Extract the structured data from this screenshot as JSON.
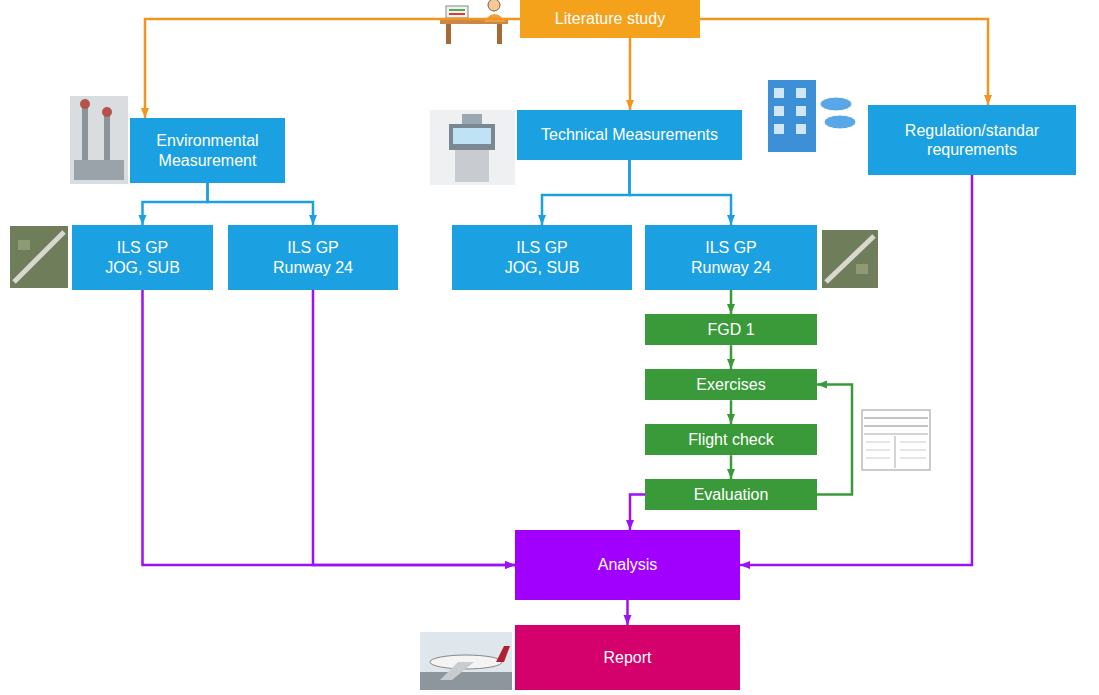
{
  "diagram": {
    "nodes": [
      {
        "text": [
          "Literature study"
        ]
      },
      {
        "text": [
          "Environmental Measurement"
        ]
      },
      {
        "text": [
          "Technical Measurements"
        ]
      },
      {
        "text": [
          "Regulation/standar requrements"
        ]
      },
      {
        "text": [
          "ILS GP JOG, SUB"
        ]
      },
      {
        "text": [
          "ILS GP Runway 24"
        ]
      },
      {
        "text": [
          "ILS GP JOG, SUB"
        ]
      },
      {
        "text": [
          "ILS GP Runway 24"
        ]
      },
      {
        "text": [
          "FGD 1"
        ]
      },
      {
        "text": [
          "Exercises"
        ]
      },
      {
        "text": [
          "Flight check"
        ]
      },
      {
        "text": [
          "Evaluation"
        ]
      },
      {
        "text": [
          "Analysis"
        ]
      },
      {
        "text": [
          "Report"
        ]
      }
    ],
    "edges": [
      {
        "from": 0,
        "to": 1,
        "arrow": "to"
      },
      {
        "from": 0,
        "to": 2,
        "arrow": "to"
      },
      {
        "from": 0,
        "to": 3,
        "arrow": "to"
      },
      {
        "from": 1,
        "to": 4,
        "arrow": "to"
      },
      {
        "from": 1,
        "to": 5,
        "arrow": "to"
      },
      {
        "from": 2,
        "to": 6,
        "arrow": "to"
      },
      {
        "from": 2,
        "to": 7,
        "arrow": "to"
      },
      {
        "from": 7,
        "to": 8,
        "arrow": "to"
      },
      {
        "from": 8,
        "to": 9,
        "arrow": "to"
      },
      {
        "from": 9,
        "to": 10,
        "arrow": "to"
      },
      {
        "from": 10,
        "to": 11,
        "arrow": "to"
      },
      {
        "from": 11,
        "to": 9,
        "arrow": "to"
      },
      {
        "from": 11,
        "to": 12,
        "arrow": "to"
      },
      {
        "from": 3,
        "to": 12,
        "arrow": "to"
      },
      {
        "from": 4,
        "to": 12,
        "arrow": "to"
      },
      {
        "from": 5,
        "to": 12,
        "arrow": "to"
      },
      {
        "from": 12,
        "to": 13,
        "arrow": "to"
      }
    ]
  }
}
